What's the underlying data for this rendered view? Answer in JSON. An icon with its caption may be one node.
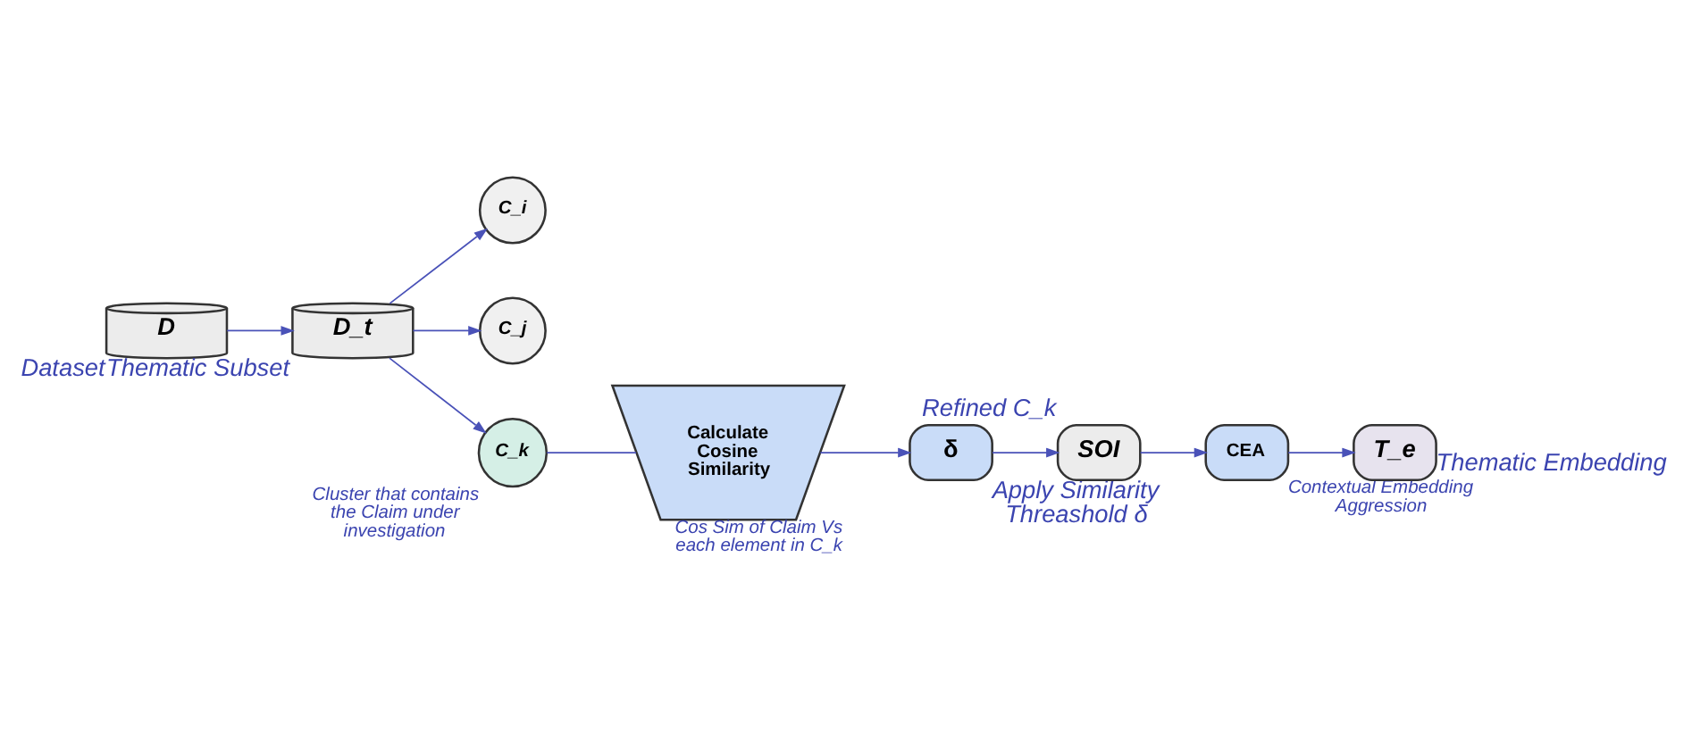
{
  "diagram": {
    "nodes": [
      {
        "text": [
          "D"
        ],
        "beside": [
          "Dataset"
        ]
      },
      {
        "text": [
          "D_t"
        ],
        "beside": [
          "Thematic Subset"
        ]
      },
      {
        "text": [
          "C_i"
        ]
      },
      {
        "text": [
          "C_j"
        ]
      },
      {
        "text": [
          "C_k"
        ],
        "beside": [
          "Cluster that contains the Claim under investigation"
        ]
      },
      {
        "text": [
          "Calculate Cosine Similarity"
        ],
        "beside": [
          "Cos Sim of Claim Vs each element in C_k"
        ]
      },
      {
        "text": [
          "δ"
        ],
        "beside": [
          "Apply Similarity Threashold δ"
        ]
      },
      {
        "text": [
          "SOI"
        ],
        "beside": [
          "Refined C_k"
        ]
      },
      {
        "text": [
          "CEA"
        ],
        "beside": [
          "Contextual Embedding Aggression"
        ]
      },
      {
        "text": [
          "T_e"
        ],
        "beside": [
          "Thematic Embedding"
        ]
      }
    ],
    "edges": [
      {
        "from": 0,
        "to": 1,
        "arrow": "to"
      },
      {
        "from": 1,
        "to": 2,
        "arrow": "to"
      },
      {
        "from": 1,
        "to": 3,
        "arrow": "to"
      },
      {
        "from": 1,
        "to": 4,
        "arrow": "to"
      },
      {
        "from": 4,
        "to": 5,
        "arrow": "none"
      },
      {
        "from": 5,
        "to": 6,
        "arrow": "to"
      },
      {
        "from": 6,
        "to": 7,
        "arrow": "to"
      },
      {
        "from": 7,
        "to": 8,
        "arrow": "to"
      },
      {
        "from": 8,
        "to": 9,
        "arrow": "to"
      }
    ]
  }
}
